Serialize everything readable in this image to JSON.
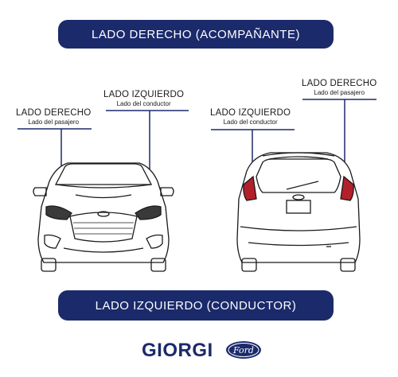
{
  "banner_top": "LADO DERECHO (ACOMPAÑANTE)",
  "banner_bottom": "LADO IZQUIERDO (CONDUCTOR)",
  "front_view": {
    "right_label": {
      "title": "LADO DERECHO",
      "subtitle": "Lado del pasajero"
    },
    "left_label": {
      "title": "LADO IZQUIERDO",
      "subtitle": "Lado del conductor"
    }
  },
  "rear_view": {
    "left_label": {
      "title": "LADO IZQUIERDO",
      "subtitle": "Lado del conductor"
    },
    "right_label": {
      "title": "LADO DERECHO",
      "subtitle": "Lado del pasajero"
    }
  },
  "brand": {
    "name": "GIORGI",
    "logo_text": "Ford"
  },
  "colors": {
    "banner": "#1b2a6b",
    "pointer": "#1b2a6b",
    "taillight": "#b3202a",
    "headlight": "#3a3a3a"
  }
}
